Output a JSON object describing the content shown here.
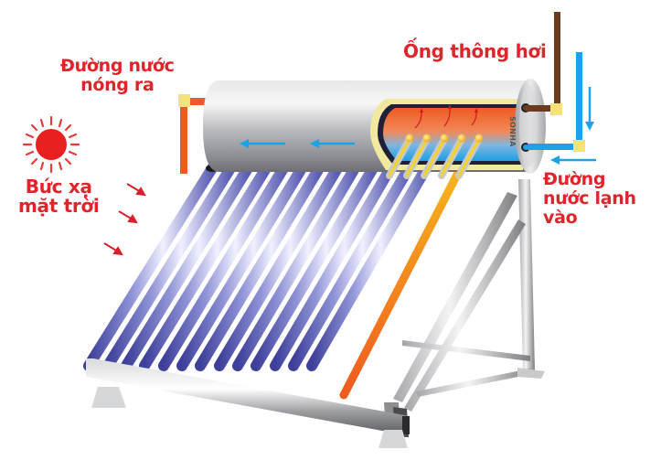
{
  "diagram": {
    "type": "solar-water-heater-schematic",
    "brand_label": "SONHA",
    "labels": {
      "hot_water_outlet": [
        "Đường  nước",
        "nóng ra"
      ],
      "vent_pipe": "Ống thông hơi",
      "cold_water_inlet": [
        "Đường",
        "nước lạnh",
        "vào"
      ],
      "solar_radiation": [
        "Bức xạ",
        "mặt trời"
      ]
    },
    "components": {
      "tank": "stainless steel storage tank (cutaway showing hot/cold stratification)",
      "vacuum_tubes_count": 14,
      "vacuum_tubes_blue": 13,
      "vacuum_tubes_highlighted": 1,
      "heat_pipes_visible": 5,
      "frame": "stainless steel support stand"
    },
    "colors": {
      "label_red": "#e0242b",
      "hot_pipe": "#ee5a24",
      "cold_pipe": "#1ba3e6",
      "vent_pipe": "#6b3a1f",
      "sun": "#e82020",
      "tube_blue": "#6a6fc0",
      "highlight_tube": "#f7a21e"
    },
    "flow_arrows": {
      "inside_tank": "leftward (blue)",
      "cold_inlet": "downward then leftward (blue)",
      "heat_rise": "upward (red)",
      "sun_rays": "diagonal toward panel (red)"
    }
  }
}
